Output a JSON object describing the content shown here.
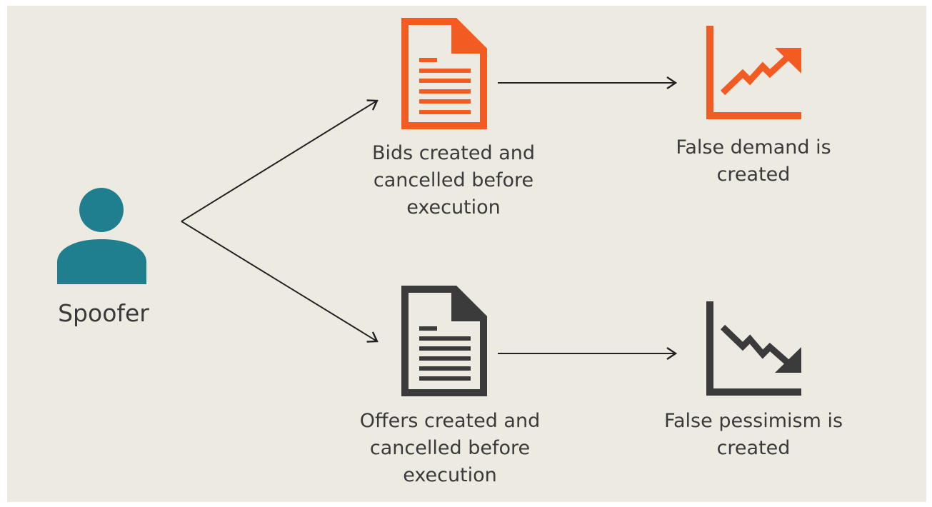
{
  "colors": {
    "background": "#edeae2",
    "person": "#1f7f8f",
    "bids": "#f25c22",
    "offers": "#3b3b3b",
    "arrows": "#222222",
    "text": "#3a3a3a"
  },
  "icons": {
    "person": "person-icon",
    "bids_document": "document-icon",
    "offers_document": "document-icon",
    "rising_chart": "rising-chart-icon",
    "falling_chart": "falling-chart-icon"
  },
  "nodes": {
    "spoofer": {
      "label": "Spoofer"
    },
    "bids": {
      "label": "Bids created and\ncancelled before\nexecution"
    },
    "offers": {
      "label": "Offers created and\ncancelled before\nexecution"
    },
    "demand": {
      "label": "False demand is\ncreated"
    },
    "pessimism": {
      "label": "False pessimism is\ncreated"
    }
  }
}
